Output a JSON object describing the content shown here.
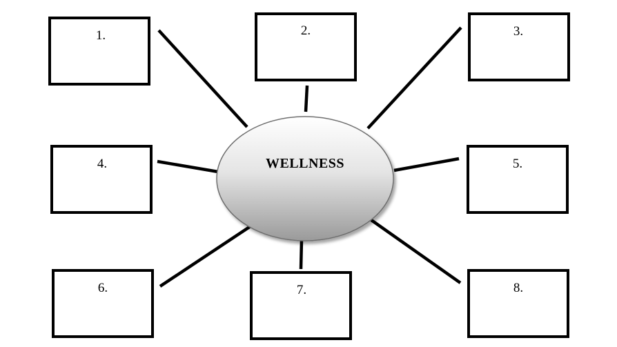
{
  "hub": {
    "label": "WELLNESS"
  },
  "boxes": [
    {
      "label": "1."
    },
    {
      "label": "2."
    },
    {
      "label": "3."
    },
    {
      "label": "4."
    },
    {
      "label": "5."
    },
    {
      "label": "6."
    },
    {
      "label": "7."
    },
    {
      "label": "8."
    }
  ],
  "colors": {
    "stroke": "#000000",
    "hub_gradient_top": "#ffffff",
    "hub_gradient_bottom": "#9a9a9a",
    "hub_border": "#6e6e6e"
  }
}
